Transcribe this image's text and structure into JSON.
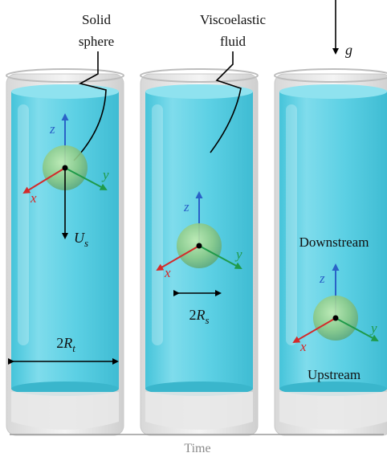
{
  "labels": {
    "solid_sphere_line1": "Solid",
    "solid_sphere_line2": "sphere",
    "viscoelastic_line1": "Viscoelastic",
    "viscoelastic_line2": "fluid",
    "gravity": "g",
    "velocity_main": "U",
    "velocity_sub": "s",
    "tube_radius_coef": "2",
    "tube_radius_main": "R",
    "tube_radius_sub": "t",
    "sphere_radius_coef": "2",
    "sphere_radius_main": "R",
    "sphere_radius_sub": "s",
    "downstream": "Downstream",
    "upstream": "Upstream",
    "time": "Time"
  },
  "axes": {
    "x": "x",
    "y": "y",
    "z": "z"
  },
  "colors": {
    "fluid": "#5fd3e6",
    "fluid_light": "#9fe7f2",
    "sphere": "#86c98a",
    "axis_x": "#d42a2a",
    "axis_y": "#1f9a4a",
    "axis_z": "#2a62c7"
  }
}
